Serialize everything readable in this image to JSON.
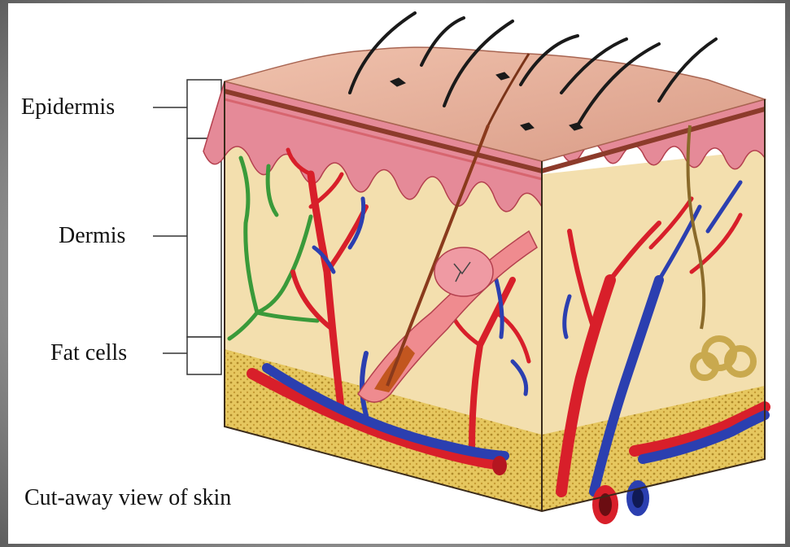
{
  "labels": {
    "epidermis": "Epidermis",
    "dermis": "Dermis",
    "fat_cells": "Fat cells"
  },
  "caption": "Cut-away view of skin",
  "colors": {
    "surface": "#e9b39c",
    "epidermis": "#e58a98",
    "dermis": "#f3dfae",
    "fat": "#e2c35a",
    "artery": "#d81f2a",
    "vein": "#2b3fb0",
    "nerve": "#3a9a3a",
    "hair": "#1a1a1a",
    "follicle": "#c2561f"
  }
}
